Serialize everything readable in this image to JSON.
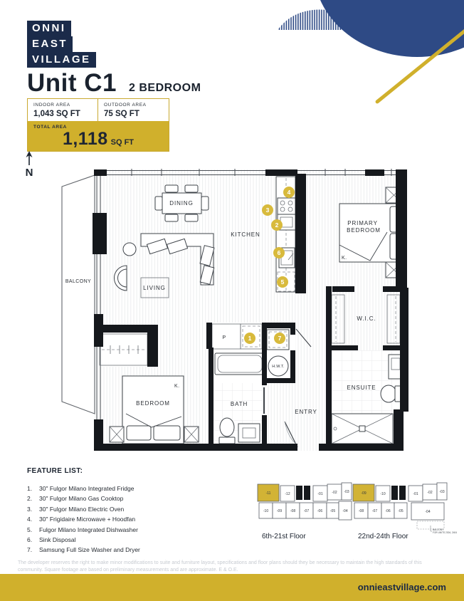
{
  "brand": {
    "logo_lines": [
      "ONNI",
      "EAST",
      "VILLAGE"
    ],
    "website": "onnieastvillage.com"
  },
  "unit": {
    "title": "Unit C1",
    "subtitle": "2 BEDROOM"
  },
  "areas": {
    "indoor_label": "INDOOR AREA",
    "indoor_value": "1,043 SQ FT",
    "outdoor_label": "OUTDOOR AREA",
    "outdoor_value": "75 SQ FT",
    "total_label": "TOTAL AREA",
    "total_value": "1,118",
    "total_unit": "SQ FT"
  },
  "compass": {
    "label": "N"
  },
  "floorplan": {
    "rooms": {
      "balcony": "BALCONY",
      "dining": "DINING",
      "kitchen": "KITCHEN",
      "living": "LIVING",
      "primary_l1": "PRIMARY",
      "primary_l2": "BEDROOM",
      "wic": "W.I.C.",
      "bedroom": "BEDROOM",
      "bath": "BATH",
      "entry": "ENTRY",
      "ensuite": "ENSUITE",
      "hwt": "H.W.T.",
      "pantry": "P",
      "king": "K."
    },
    "markers": [
      "1",
      "2",
      "3",
      "4",
      "5",
      "6",
      "7"
    ]
  },
  "feature_list": {
    "heading": "FEATURE LIST:",
    "items": [
      "30\" Fulgor Milano Integrated Fridge",
      "30\" Fulgor Milano Gas Cooktop",
      "30\" Fulgor Milano Electric Oven",
      "30\" Frigidaire Microwave + Hoodfan",
      "Fulgor Milano Integrated Dishwasher",
      "Sink Disposal",
      "Samsung Full Size Washer and Dryer"
    ]
  },
  "keyplans": [
    {
      "caption": "6th-21st Floor",
      "highlighted_unit": "-11",
      "top_units": [
        "-11",
        "-12",
        "-01",
        "-02",
        "-03"
      ],
      "bottom_units": [
        "-10",
        "-09",
        "-08",
        "-07",
        "-06",
        "-05",
        "-04"
      ]
    },
    {
      "caption": "22nd-24th Floor",
      "highlighted_unit": "-09",
      "top_units": [
        "-09",
        "-10",
        "-01",
        "-02",
        "-03"
      ],
      "bottom_units": [
        "-08",
        "-07",
        "-06",
        "-05",
        "-04"
      ],
      "note_line1": "BALCONY",
      "note_line2": "FOR UNITS 2304, 2404"
    }
  ],
  "disclaimer": "The developer reserves the right to make minor modifications to suite and furniture layout, specifications and floor plans should they be necessary to maintain the high standards of this community. Square footage are based on preliminary measurements and are approximate. E & O.E.",
  "colors": {
    "navy": "#1b2b4a",
    "blue": "#2e4a85",
    "gold": "#d0b02c"
  }
}
